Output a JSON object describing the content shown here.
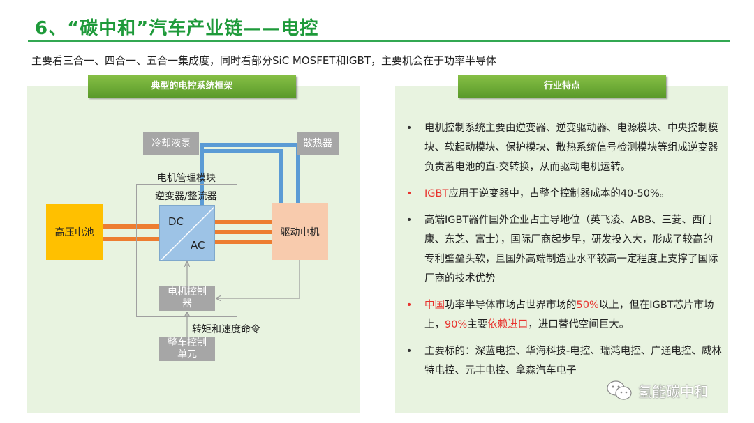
{
  "header": {
    "title": "6、“碳中和”汽车产业链——电控",
    "subtitle": "主要看三合一、四合一、五合一集成度，同时看部分SiC MOSFET和IGBT，主要机会在于功率半导体"
  },
  "left_panel": {
    "banner": "典型的电控系统框架",
    "diagram": {
      "cooling_pump": "冷却液泵",
      "radiator": "散热器",
      "motor_mgmt_label": "电机管理模块",
      "inverter_label": "逆变器/整流器",
      "battery": "高压电池",
      "dc": "DC",
      "ac": "AC",
      "drive_motor": "驱动电机",
      "motor_controller": "电机控制器",
      "command_label": "转矩和速度命令",
      "vehicle_control": "整车控制单元"
    }
  },
  "right_panel": {
    "banner": "行业特点",
    "bullets": [
      {
        "plain": "电机控制系统主要由逆变器、逆变驱动器、电源模块、中央控制模块、软起动模块、保护模块、散热系统信号检测模块等组成逆变器负责蓄电池的直-交转换，从而驱动电机运转。"
      },
      {
        "red": "IGBT",
        "rest": "应用于逆变器中，占整个控制器成本的40-50%。"
      },
      {
        "plain": "高端IGBT器件国外企业占主导地位（英飞凌、ABB、三菱、西门康、东芝、富士），国际厂商起步早，研发投入大，形成了较高的专利壁垒头软，且国外高端制造业水平较高一定程度上支撑了国际厂商的技术优势"
      },
      {
        "red1": "中国",
        "t1": "功率半导体市场占世界市场的",
        "red2": "50%",
        "t2": "以上，但在IGBT芯片市场上，",
        "red3": "90%",
        "t3": "主要",
        "red4": "依赖进口",
        "t4": "，进口替代空间巨大。"
      },
      {
        "plain": "主要标的：深蓝电控、华海科技-电控、瑞鸿电控、广通电控、威林特电控、元丰电控、拿森汽车电子"
      }
    ],
    "bullet_symbol": "•"
  },
  "watermark": {
    "text": "氢能碳中和",
    "icon": "wechat-icon"
  },
  "colors": {
    "title_green": "#1e9a3a",
    "banner_green": "#6aa935",
    "panel_bg": "#e8f3e0",
    "pipe_blue": "#5b9bd5",
    "pipe_orange": "#ed7d31",
    "battery_yellow": "#ffc000",
    "motor_peach": "#f8cbad",
    "highlight_red": "#e8322d"
  }
}
